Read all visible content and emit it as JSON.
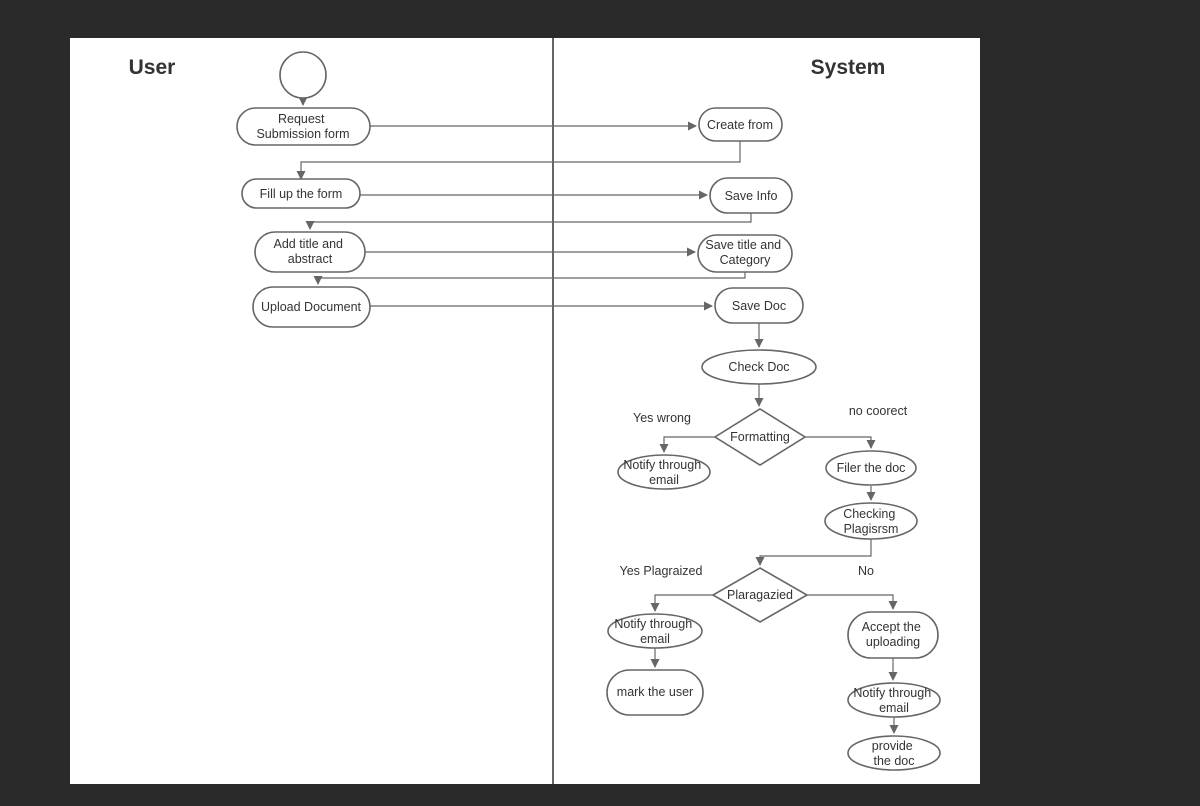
{
  "colors": {
    "page_bg": "#2a2a2a",
    "canvas_bg": "#ffffff",
    "shape_stroke": "#666666",
    "text": "#333333"
  },
  "lanes": {
    "user": "User",
    "system": "System"
  },
  "nodes": {
    "request": [
      "Request",
      "Submission form"
    ],
    "fill_form": [
      "Fill up the form"
    ],
    "add_title": [
      "Add title and",
      "abstract"
    ],
    "upload_doc": [
      "Upload Document"
    ],
    "create_form": [
      "Create from"
    ],
    "save_info": [
      "Save Info"
    ],
    "save_title": [
      "Save title and",
      "Category"
    ],
    "save_doc": [
      "Save Doc"
    ],
    "check_doc": [
      "Check Doc"
    ],
    "formatting": [
      "Formatting"
    ],
    "notify_email_1": [
      "Notify through",
      "email"
    ],
    "filer_doc": [
      "Filer the doc"
    ],
    "checking_plag": [
      "Checking",
      "Plagisrsm"
    ],
    "plaragazied": [
      "Plaragazied"
    ],
    "notify_email_2": [
      "Notify through",
      "email"
    ],
    "mark_user": [
      "mark the user"
    ],
    "accept_upload": [
      "Accept the",
      "uploading"
    ],
    "notify_email_3": [
      "Notify through",
      "email"
    ],
    "provide_doc": [
      "provide",
      "the doc"
    ]
  },
  "edge_labels": {
    "formatting_yes": "Yes wrong",
    "formatting_no": "no coorect",
    "plag_yes": "Yes Plagraized",
    "plag_no": "No"
  }
}
